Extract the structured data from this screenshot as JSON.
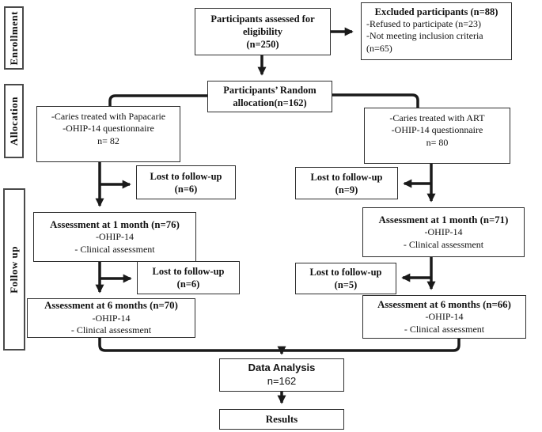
{
  "diagram": {
    "type": "consort-flow",
    "stages": [
      {
        "id": "enrollment",
        "label": "Enrollment"
      },
      {
        "id": "allocation",
        "label": "Allocation"
      },
      {
        "id": "followup",
        "label": "Follow up"
      }
    ],
    "boxes": {
      "eligibility": {
        "line1": "Participants assessed for",
        "line2": "eligibility",
        "n": "(n=250)"
      },
      "excluded": {
        "title": "Excluded participants (n=88)",
        "items": [
          "-Refused to participate (n=23)",
          "-Not meeting inclusion criteria (n=65)"
        ]
      },
      "randomization": {
        "line1": "Participants’ Random",
        "line2": "allocation(n=162)"
      },
      "group_left": {
        "lines": [
          "-Caries treated with Papacarie",
          "-OHIP-14 questionnaire",
          "n= 82"
        ]
      },
      "group_right": {
        "lines": [
          "-Caries treated with ART",
          "-OHIP-14 questionnaire",
          "n= 80"
        ]
      },
      "lost1_left": {
        "title": "Lost to follow-up",
        "n": "(n=6)"
      },
      "lost1_right": {
        "title": "Lost to follow-up",
        "n": "(n=9)"
      },
      "assess1_left": {
        "title": "Assessment at 1 month (n=76)",
        "lines": [
          "-OHIP-14",
          "- Clinical assessment"
        ]
      },
      "assess1_right": {
        "title": "Assessment at 1 month (n=71)",
        "lines": [
          "-OHIP-14",
          "- Clinical assessment"
        ]
      },
      "lost2_left": {
        "title": "Lost to follow-up",
        "n": "(n=6)"
      },
      "lost2_right": {
        "title": "Lost to follow-up",
        "n": "(n=5)"
      },
      "assess6_left": {
        "title": "Assessment at 6 months (n=70)",
        "lines": [
          "-OHIP-14",
          "- Clinical assessment"
        ]
      },
      "assess6_right": {
        "title": "Assessment at 6 months (n=66)",
        "lines": [
          "-OHIP-14",
          "- Clinical assessment"
        ]
      },
      "data_analysis": {
        "title": "Data Analysis",
        "n": "n=162"
      },
      "results": {
        "title": "Results"
      }
    },
    "colors": {
      "line": "#1a1a1a",
      "border": "#2e2e2e",
      "text": "#111111",
      "background": "#ffffff"
    }
  }
}
